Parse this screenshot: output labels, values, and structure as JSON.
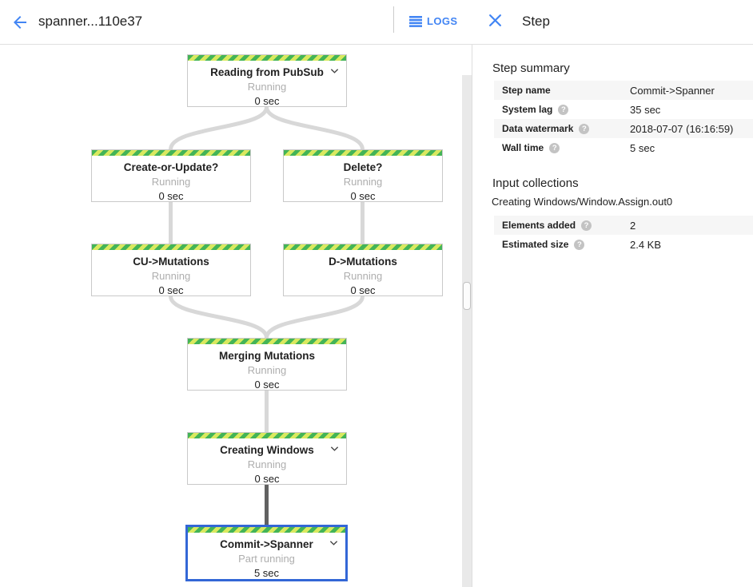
{
  "colors": {
    "accent_blue": "#4285f4",
    "selected_node_border": "#3367d6",
    "running_stripe_green": "#43b457",
    "running_stripe_lime": "#d9e95f",
    "edge_gray": "#d8d8d8",
    "edge_selected_dark": "#616161",
    "row_shade": "#f6f6f6"
  },
  "header": {
    "title": "spanner...110e37",
    "logs_button": "LOGS"
  },
  "panel": {
    "title": "Step",
    "help_glyph": "?",
    "summary": {
      "heading": "Step summary",
      "rows": [
        {
          "label": "Step name",
          "value": "Commit->Spanner",
          "help": false
        },
        {
          "label": "System lag",
          "value": "35 sec",
          "help": true
        },
        {
          "label": "Data watermark",
          "value": "2018-07-07 (16:16:59)",
          "help": true
        },
        {
          "label": "Wall time",
          "value": "5 sec",
          "help": true
        }
      ]
    },
    "input_collections": {
      "heading": "Input collections",
      "collection": "Creating Windows/Window.Assign.out0",
      "rows": [
        {
          "label": "Elements added",
          "value": "2",
          "help": true
        },
        {
          "label": "Estimated size",
          "value": "2.4 KB",
          "help": true
        }
      ]
    }
  },
  "graph": {
    "nodes": [
      {
        "title": "Reading from PubSub",
        "status": "Running",
        "time": "0 sec",
        "chevron": true,
        "selected": false
      },
      {
        "title": "Create-or-Update?",
        "status": "Running",
        "time": "0 sec",
        "chevron": false,
        "selected": false
      },
      {
        "title": "Delete?",
        "status": "Running",
        "time": "0 sec",
        "chevron": false,
        "selected": false
      },
      {
        "title": "CU->Mutations",
        "status": "Running",
        "time": "0 sec",
        "chevron": false,
        "selected": false
      },
      {
        "title": "D->Mutations",
        "status": "Running",
        "time": "0 sec",
        "chevron": false,
        "selected": false
      },
      {
        "title": "Merging Mutations",
        "status": "Running",
        "time": "0 sec",
        "chevron": false,
        "selected": false
      },
      {
        "title": "Creating Windows",
        "status": "Running",
        "time": "0 sec",
        "chevron": true,
        "selected": false
      },
      {
        "title": "Commit->Spanner",
        "status": "Part running",
        "time": "5 sec",
        "chevron": true,
        "selected": true
      }
    ]
  }
}
